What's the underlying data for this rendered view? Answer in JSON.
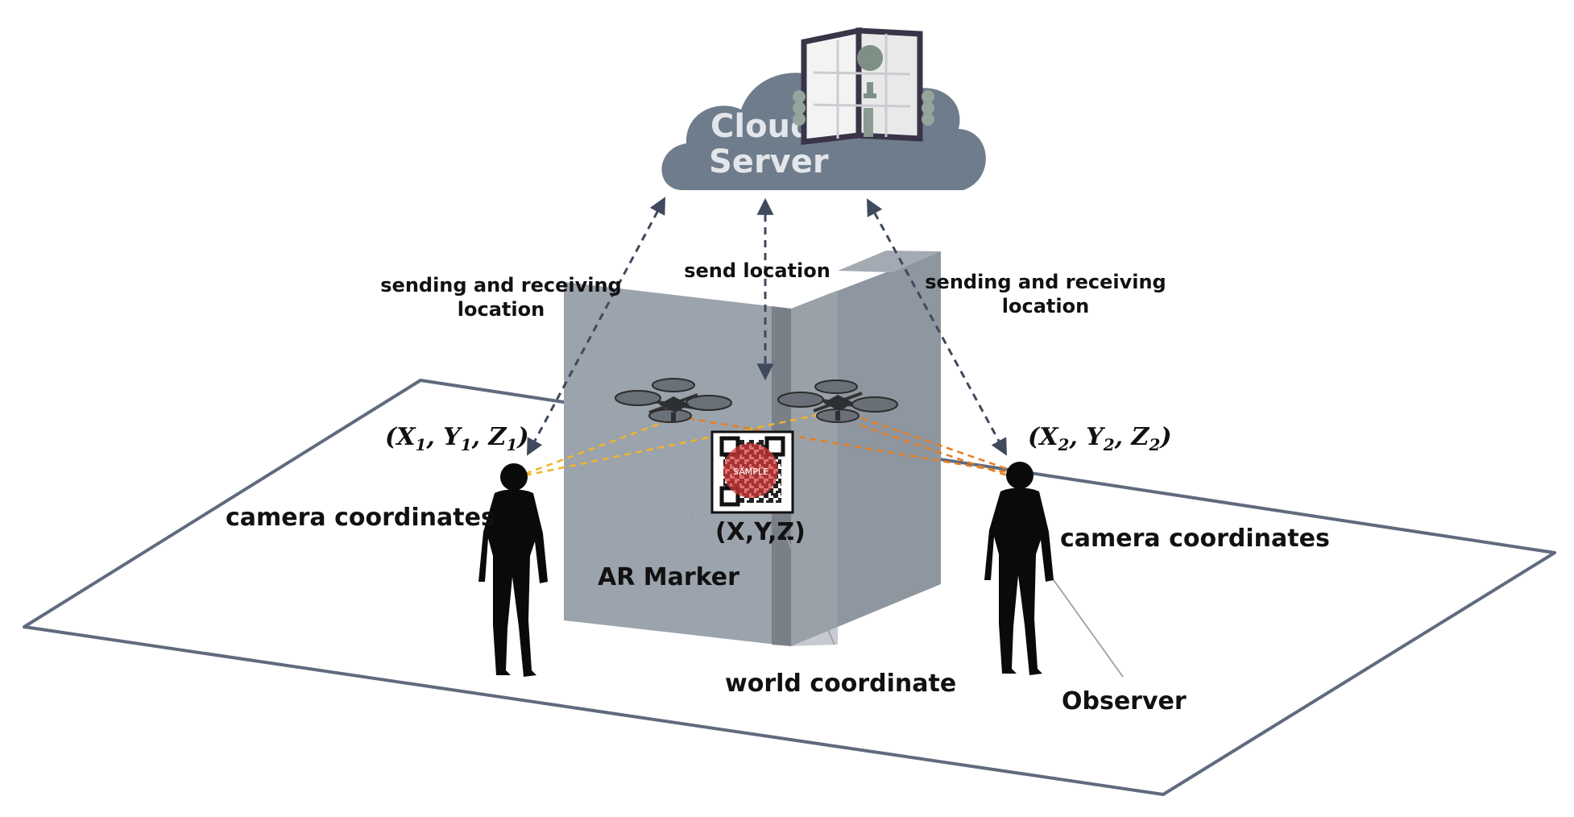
{
  "cloud": {
    "line1": "Cloud",
    "line2": "Server"
  },
  "links": {
    "left": {
      "line1": "sending and receiving",
      "line2": "location"
    },
    "center": "send location",
    "right": {
      "line1": "sending and receiving",
      "line2": "location"
    }
  },
  "left_person": {
    "coord_open": "(",
    "x": "X",
    "x_sub": "1",
    "y": "Y",
    "y_sub": "1",
    "z": "Z",
    "z_sub": "1",
    "coord_close": ")",
    "label": "camera coordinates"
  },
  "right_person": {
    "coord_open": "(",
    "x": "X",
    "x_sub": "2",
    "y": "Y",
    "y_sub": "2",
    "z": "Z",
    "z_sub": "2",
    "coord_close": ")",
    "label": "camera coordinates",
    "role": "Observer"
  },
  "marker": {
    "coords": "(X,Y,Z)",
    "label": "AR Marker",
    "stamp": "SAMPLE"
  },
  "world": {
    "label": "world coordinate"
  },
  "colors": {
    "floor_line": "#5f6b7d",
    "wall_front": "#9ba3ad",
    "wall_side": "#8a929c",
    "wall_edge": "#7a8088",
    "cloud": "#6e7c8b",
    "arrow": "#3f4a5c",
    "sight_yellow": "#f0b429",
    "sight_orange": "#e67e22",
    "marker_red": "#d83a3a",
    "silhouette": "#0a0a0a"
  },
  "icons": [
    "cloud-icon",
    "map-icon",
    "drone-icon",
    "qr-marker-icon",
    "person-icon"
  ]
}
